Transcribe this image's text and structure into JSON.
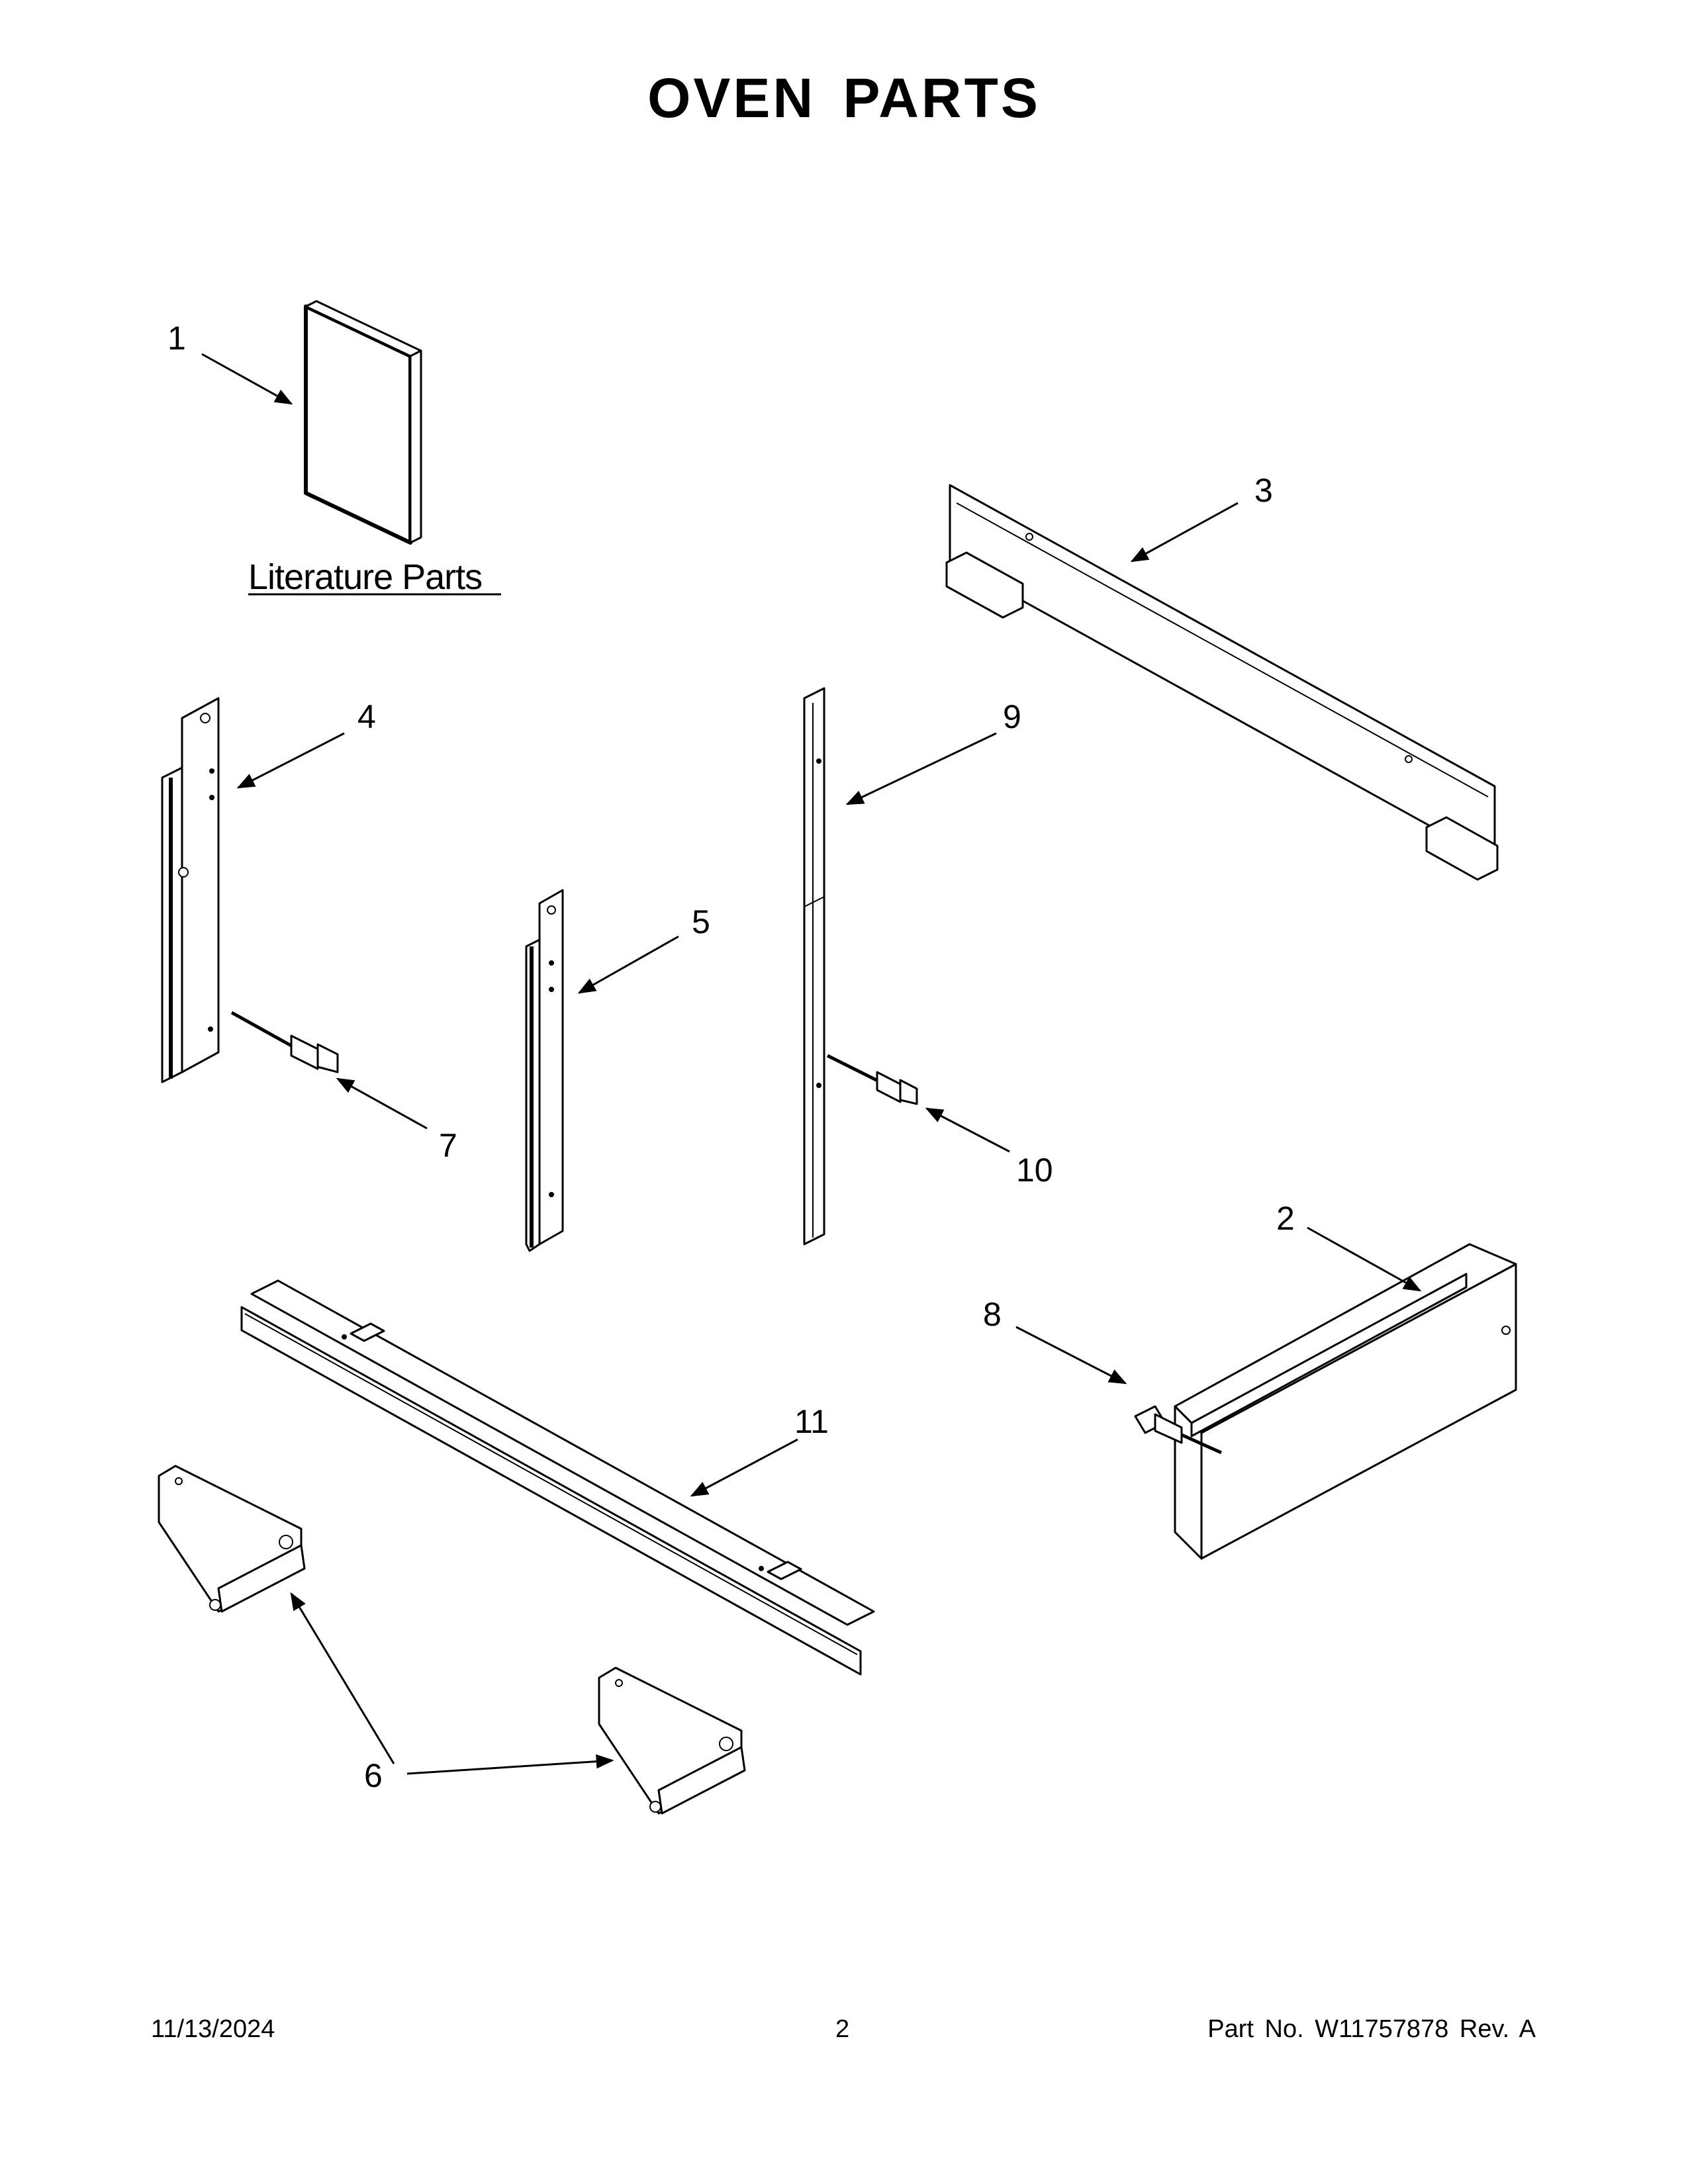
{
  "title": "OVEN PARTS",
  "literature_label": "Literature Parts",
  "callouts": {
    "c1": "1",
    "c2": "2",
    "c3": "3",
    "c4": "4",
    "c5": "5",
    "c6": "6",
    "c7": "7",
    "c8": "8",
    "c9": "9",
    "c10": "10",
    "c11": "11"
  },
  "footer": {
    "date": "11/13/2024",
    "page": "2",
    "part_no": "Part No.  W11757878  Rev.  A"
  }
}
